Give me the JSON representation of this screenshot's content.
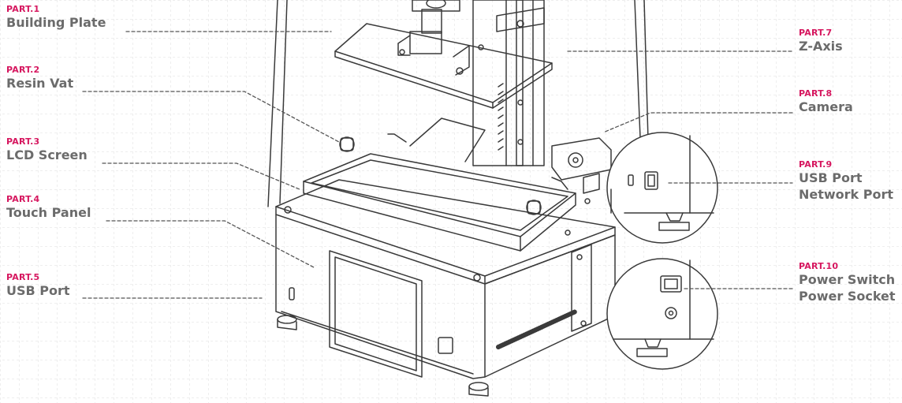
{
  "colors": {
    "accent": "#d6175f",
    "label_text": "#6b6b6b",
    "line": "#3a3a3a",
    "grid": "#d9d9d9"
  },
  "parts": [
    {
      "id": "part-1",
      "part": "PART.1",
      "names": [
        "Building Plate"
      ]
    },
    {
      "id": "part-2",
      "part": "PART.2",
      "names": [
        "Resin Vat"
      ]
    },
    {
      "id": "part-3",
      "part": "PART.3",
      "names": [
        "LCD Screen"
      ]
    },
    {
      "id": "part-4",
      "part": "PART.4",
      "names": [
        "Touch Panel"
      ]
    },
    {
      "id": "part-5",
      "part": "PART.5",
      "names": [
        "USB Port"
      ]
    },
    {
      "id": "part-7",
      "part": "PART.7",
      "names": [
        "Z-Axis"
      ]
    },
    {
      "id": "part-8",
      "part": "PART.8",
      "names": [
        "Camera"
      ]
    },
    {
      "id": "part-9",
      "part": "PART.9",
      "names": [
        "USB Port",
        "Network Port"
      ]
    },
    {
      "id": "part-10",
      "part": "PART.10",
      "names": [
        "Power Switch",
        "Power Socket"
      ]
    }
  ]
}
